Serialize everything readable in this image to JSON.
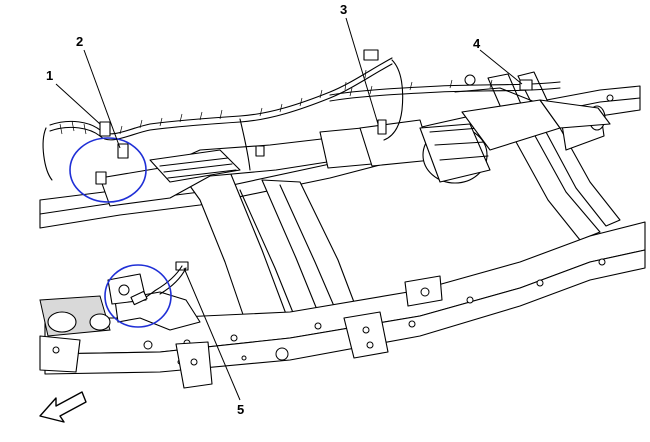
{
  "callouts": [
    "1",
    "2",
    "3",
    "4",
    "5"
  ],
  "colors": {
    "line": "#000000",
    "highlight_circle": "#1f2fd6",
    "arrow_fill": "#ffffff"
  },
  "icons": {
    "front_direction_arrow": "arrow-down-left-icon"
  }
}
